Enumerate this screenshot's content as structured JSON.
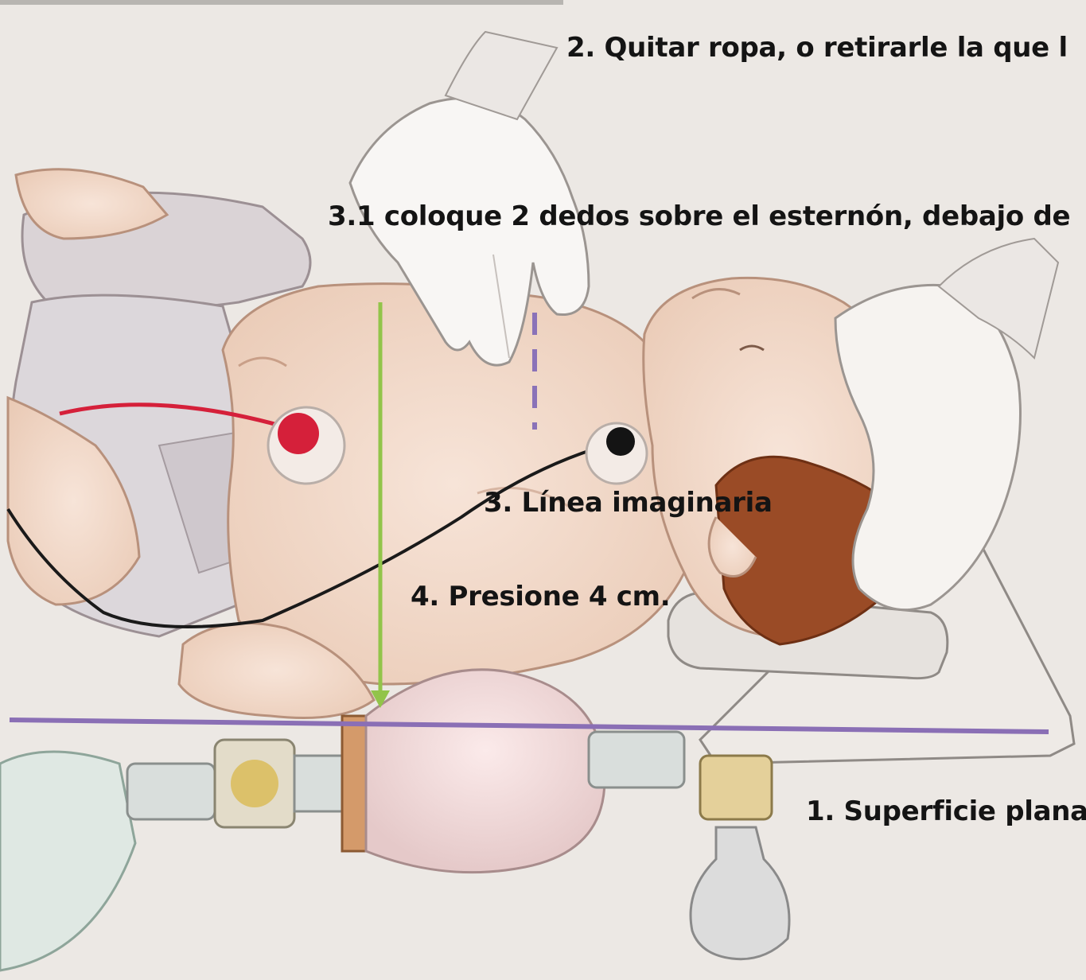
{
  "labels": {
    "step1": "1. Superficie plana",
    "step2": "2. Quitar ropa, o retirarle la que l",
    "step3": "3. Línea imaginaria",
    "step3_1": "3.1 coloque 2 dedos sobre el esternón, debajo de",
    "step4": "4. Presione 4 cm."
  },
  "colors": {
    "background": "#ece8e4",
    "compression_arrow": "#92c44a",
    "surface_line": "#8a6fb5",
    "imaginary_line": "#8a72b8",
    "red_electrode": "#d5203a",
    "black_electrode": "#141414",
    "label_text": "#141414"
  },
  "illustration": "infant-cpr-two-finger-compression"
}
